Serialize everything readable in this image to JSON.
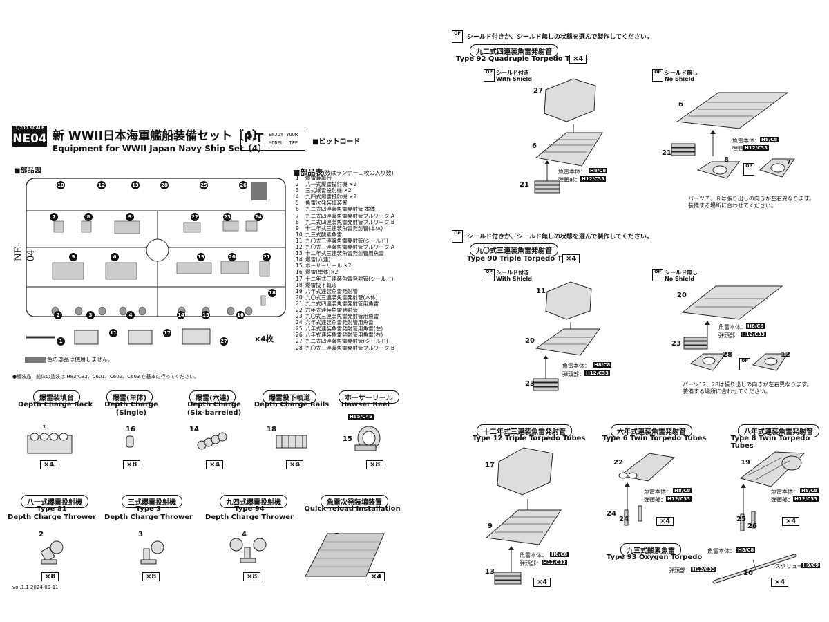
{
  "header": {
    "scale": "1/700 SCALE",
    "code": "NE04",
    "title_jp": "新 WWII日本海軍艦船装備セット〔4〕",
    "title_en": "Equipment for WWII Japan Navy Ship Set〔4〕",
    "brand_logo": "P-T",
    "brand_tagline_1": "ENJOY YOUR",
    "brand_tagline_2": "MODEL LIFE",
    "maker": "■ピットロード"
  },
  "sprue": {
    "heading": "■部品図",
    "side_label": "NE-04",
    "times": "×4枚",
    "grey_note": "色の部品は使用しません。",
    "numbers": [
      "10",
      "12",
      "13",
      "28",
      "25",
      "26",
      "7",
      "8",
      "9",
      "22",
      "23",
      "24",
      "5",
      "6",
      "19",
      "20",
      "21",
      "18",
      "2",
      "3",
      "4",
      "14",
      "15",
      "16",
      "1",
      "11",
      "17",
      "27"
    ]
  },
  "parts_table": {
    "heading": "■部品表",
    "subheading": "(数はランナー１枚の入り数)",
    "items": [
      {
        "n": "1",
        "name": "爆雷装填台"
      },
      {
        "n": "2",
        "name": "八一式爆雷投射機 ×2"
      },
      {
        "n": "3",
        "name": "三式爆雷投射機 ×2"
      },
      {
        "n": "4",
        "name": "九四式爆雷投射機 ×2"
      },
      {
        "n": "5",
        "name": "魚雷次発装填装置"
      },
      {
        "n": "6",
        "name": "九二式四連装魚雷発射管 本体"
      },
      {
        "n": "7",
        "name": "九二式四連装魚雷発射管ブルワーク A"
      },
      {
        "n": "8",
        "name": "九二式四連装魚雷発射管ブルワーク B"
      },
      {
        "n": "9",
        "name": "十二年式三連装魚雷発射管(本体)"
      },
      {
        "n": "10",
        "name": "九三式酸素魚雷"
      },
      {
        "n": "11",
        "name": "九〇式三連装魚雷発射管(シールド)"
      },
      {
        "n": "12",
        "name": "九〇式三連装魚雷発射管ブルワーク A"
      },
      {
        "n": "13",
        "name": "十二年式三連装魚雷発射管用魚雷"
      },
      {
        "n": "14",
        "name": "爆雷(六連)"
      },
      {
        "n": "15",
        "name": "ホーサーリール ×2"
      },
      {
        "n": "16",
        "name": "爆雷(単体)×2"
      },
      {
        "n": "17",
        "name": "十二年式三連装魚雷発射管(シールド)"
      },
      {
        "n": "18",
        "name": "爆雷投下軌道"
      },
      {
        "n": "19",
        "name": "八年式連装魚雷発射管"
      },
      {
        "n": "20",
        "name": "九〇式三連装魚雷発射管(本体)"
      },
      {
        "n": "21",
        "name": "九二式四連装魚雷発射管用魚雷"
      },
      {
        "n": "22",
        "name": "六年式連装魚雷発射管"
      },
      {
        "n": "23",
        "name": "九〇式三連装魚雷発射管用魚雷"
      },
      {
        "n": "24",
        "name": "六年式連装魚雷発射管用魚雷"
      },
      {
        "n": "25",
        "name": "八年式連装魚雷発射管用魚雷(左)"
      },
      {
        "n": "26",
        "name": "八年式連装魚雷発射管用魚雷(右)"
      },
      {
        "n": "27",
        "name": "九二式四連装魚雷発射管(シールド)"
      },
      {
        "n": "28",
        "name": "九〇式三連装魚雷発射管ブルワーク B"
      }
    ]
  },
  "paint_note": "●艤装品　船体の塗装は H83/C32、C601、C602、C603 を基本に行ってください。",
  "left_items": [
    {
      "jp": "爆雷装填台",
      "en": "Depth Charge Rack",
      "part": "1",
      "qty": "×4"
    },
    {
      "jp": "爆雷(単体)",
      "en": "Depth Charge\n(Single)",
      "part": "16",
      "qty": "×8"
    },
    {
      "jp": "爆雷(六連)",
      "en": "Depth Charge\n(Six-barreled)",
      "part": "14",
      "qty": "×4"
    },
    {
      "jp": "爆雷投下軌道",
      "en": "Depth Charge Rails",
      "part": "18",
      "qty": "×4"
    },
    {
      "jp": "ホーサーリール",
      "en": "Hawser Reel",
      "part": "15",
      "qty": "×8",
      "tag": "H85/C45"
    },
    {
      "jp": "八一式爆雷投射機",
      "en": "Type 81\nDepth Charge Thrower",
      "part": "2",
      "qty": "×8"
    },
    {
      "jp": "三式爆雷投射機",
      "en": "Type 3\nDepth Charge Thrower",
      "part": "3",
      "qty": "×8"
    },
    {
      "jp": "九四式爆雷投射機",
      "en": "Type 94\nDepth Charge Thrower",
      "part": "4",
      "qty": "×8"
    },
    {
      "jp": "魚雷次発装填装置",
      "en": "Quick-reload Installation",
      "part": "5",
      "qty": "×4"
    }
  ],
  "version": "vol.1.1  2024-09-11",
  "right": {
    "op_label": "OP",
    "choose_note": "シールド付きか、シールド無しの状態を選んで製作してください。",
    "t92": {
      "jp": "九二式四連装魚雷発射管",
      "en": "Type 92 Quadruple Torpedo Tubes",
      "qty": "×4"
    },
    "t90": {
      "jp": "九〇式三連装魚雷発射管",
      "en": "Type 90 Triple Torpedo Tubes",
      "qty": "×4"
    },
    "with_shield_jp": "シールド付き",
    "with_shield_en": "With Shield",
    "no_shield_jp": "シールド無し",
    "no_shield_en": "No Shield",
    "body_label": "魚雷本体：",
    "head_label": "弾頭部：",
    "tag_body": "H8/C8",
    "tag_head": "H12/C33",
    "note_78_1": "パーツ７、８は張り出しの向きが左右異なります。",
    "note_78_2": "装備する場所に合わせてください。",
    "note_1228_1": "パーツ12、28は張り出しの向きが左右異なります。",
    "note_1228_2": "装備する場所に合わせてください。",
    "t12": {
      "jp": "十二年式三連装魚雷発射管",
      "en": "Type 12 Triple Torpedo Tubes",
      "qty": "×4"
    },
    "t6": {
      "jp": "六年式連装魚雷発射管",
      "en": "Type 6 Twin Torpedo Tubes",
      "qty": "×4"
    },
    "t8": {
      "jp": "八年式連装魚雷発射管",
      "en": "Type 8 Twin Torpedo Tubes",
      "qty": "×4"
    },
    "t93": {
      "jp": "九三式酸素魚雷",
      "en": "Type 93 Oxygen Torpedo",
      "qty": "×4"
    },
    "screw_label": "スクリュー：",
    "tag_screw": "H9/C9",
    "parts": {
      "p27": "27",
      "p6": "6",
      "p21": "21",
      "p8": "8",
      "p7": "7",
      "p11": "11",
      "p20": "20",
      "p23": "23",
      "p28": "28",
      "p12": "12",
      "p17": "17",
      "p9": "9",
      "p13": "13",
      "p22": "22",
      "p24a": "24",
      "p24b": "24",
      "p19": "19",
      "p25": "25",
      "p26": "26",
      "p10": "10"
    }
  }
}
